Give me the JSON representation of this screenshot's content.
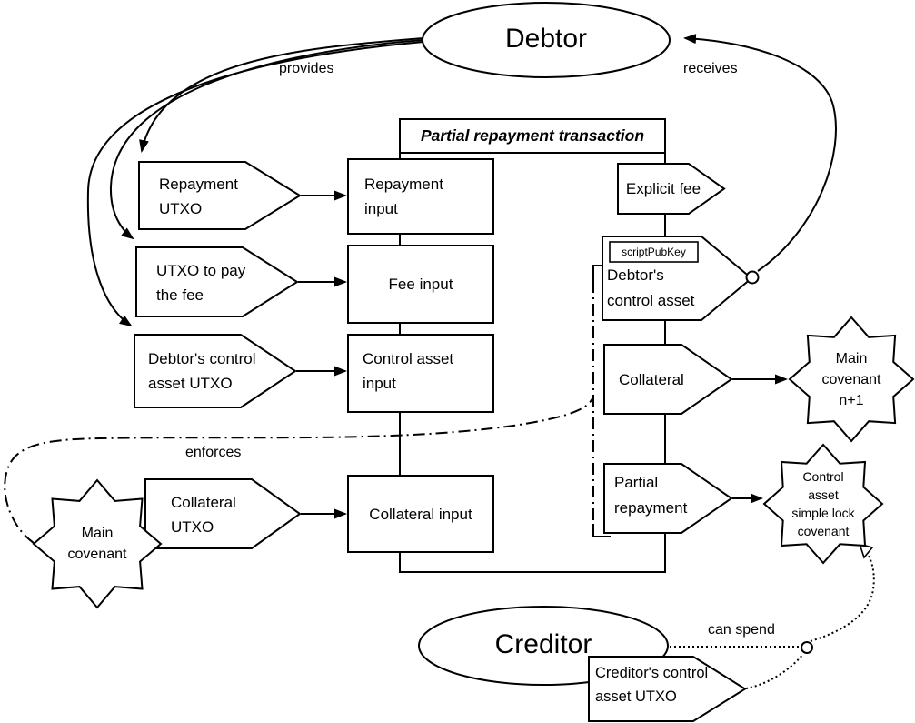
{
  "colors": {
    "stroke": "#000000",
    "background": "#ffffff"
  },
  "actors": {
    "debtor": "Debtor",
    "creditor": "Creditor"
  },
  "transaction": {
    "title": "Partial repayment transaction",
    "inputs": {
      "repayment_input": "Repayment\ninput",
      "fee_input": "Fee input",
      "control_asset_input": "Control asset\ninput",
      "collateral_input": "Collateral input"
    },
    "outputs": {
      "explicit_fee": "Explicit fee",
      "scriptpubkey_tag": "scriptPubKey",
      "debtor_control_asset": "Debtor's\ncontrol asset",
      "collateral": "Collateral",
      "partial_repayment": "Partial\nrepayment"
    }
  },
  "utxos": {
    "repayment_utxo": "Repayment\nUTXO",
    "fee_utxo": "UTXO to pay\nthe fee",
    "debtor_control_asset_utxo": "Debtor's control\nasset UTXO",
    "collateral_utxo": "Collateral\nUTXO",
    "creditor_control_asset_utxo": "Creditor's control\nasset UTXO"
  },
  "covenants": {
    "main_covenant_next": "Main\ncovenant\nn+1",
    "control_asset_simple_lock": "Control\nasset\nsimple lock\ncovenant",
    "main_covenant": "Main\ncovenant"
  },
  "edge_labels": {
    "provides": "provides",
    "receives": "receives",
    "enforces": "enforces",
    "can_spend": "can spend"
  }
}
